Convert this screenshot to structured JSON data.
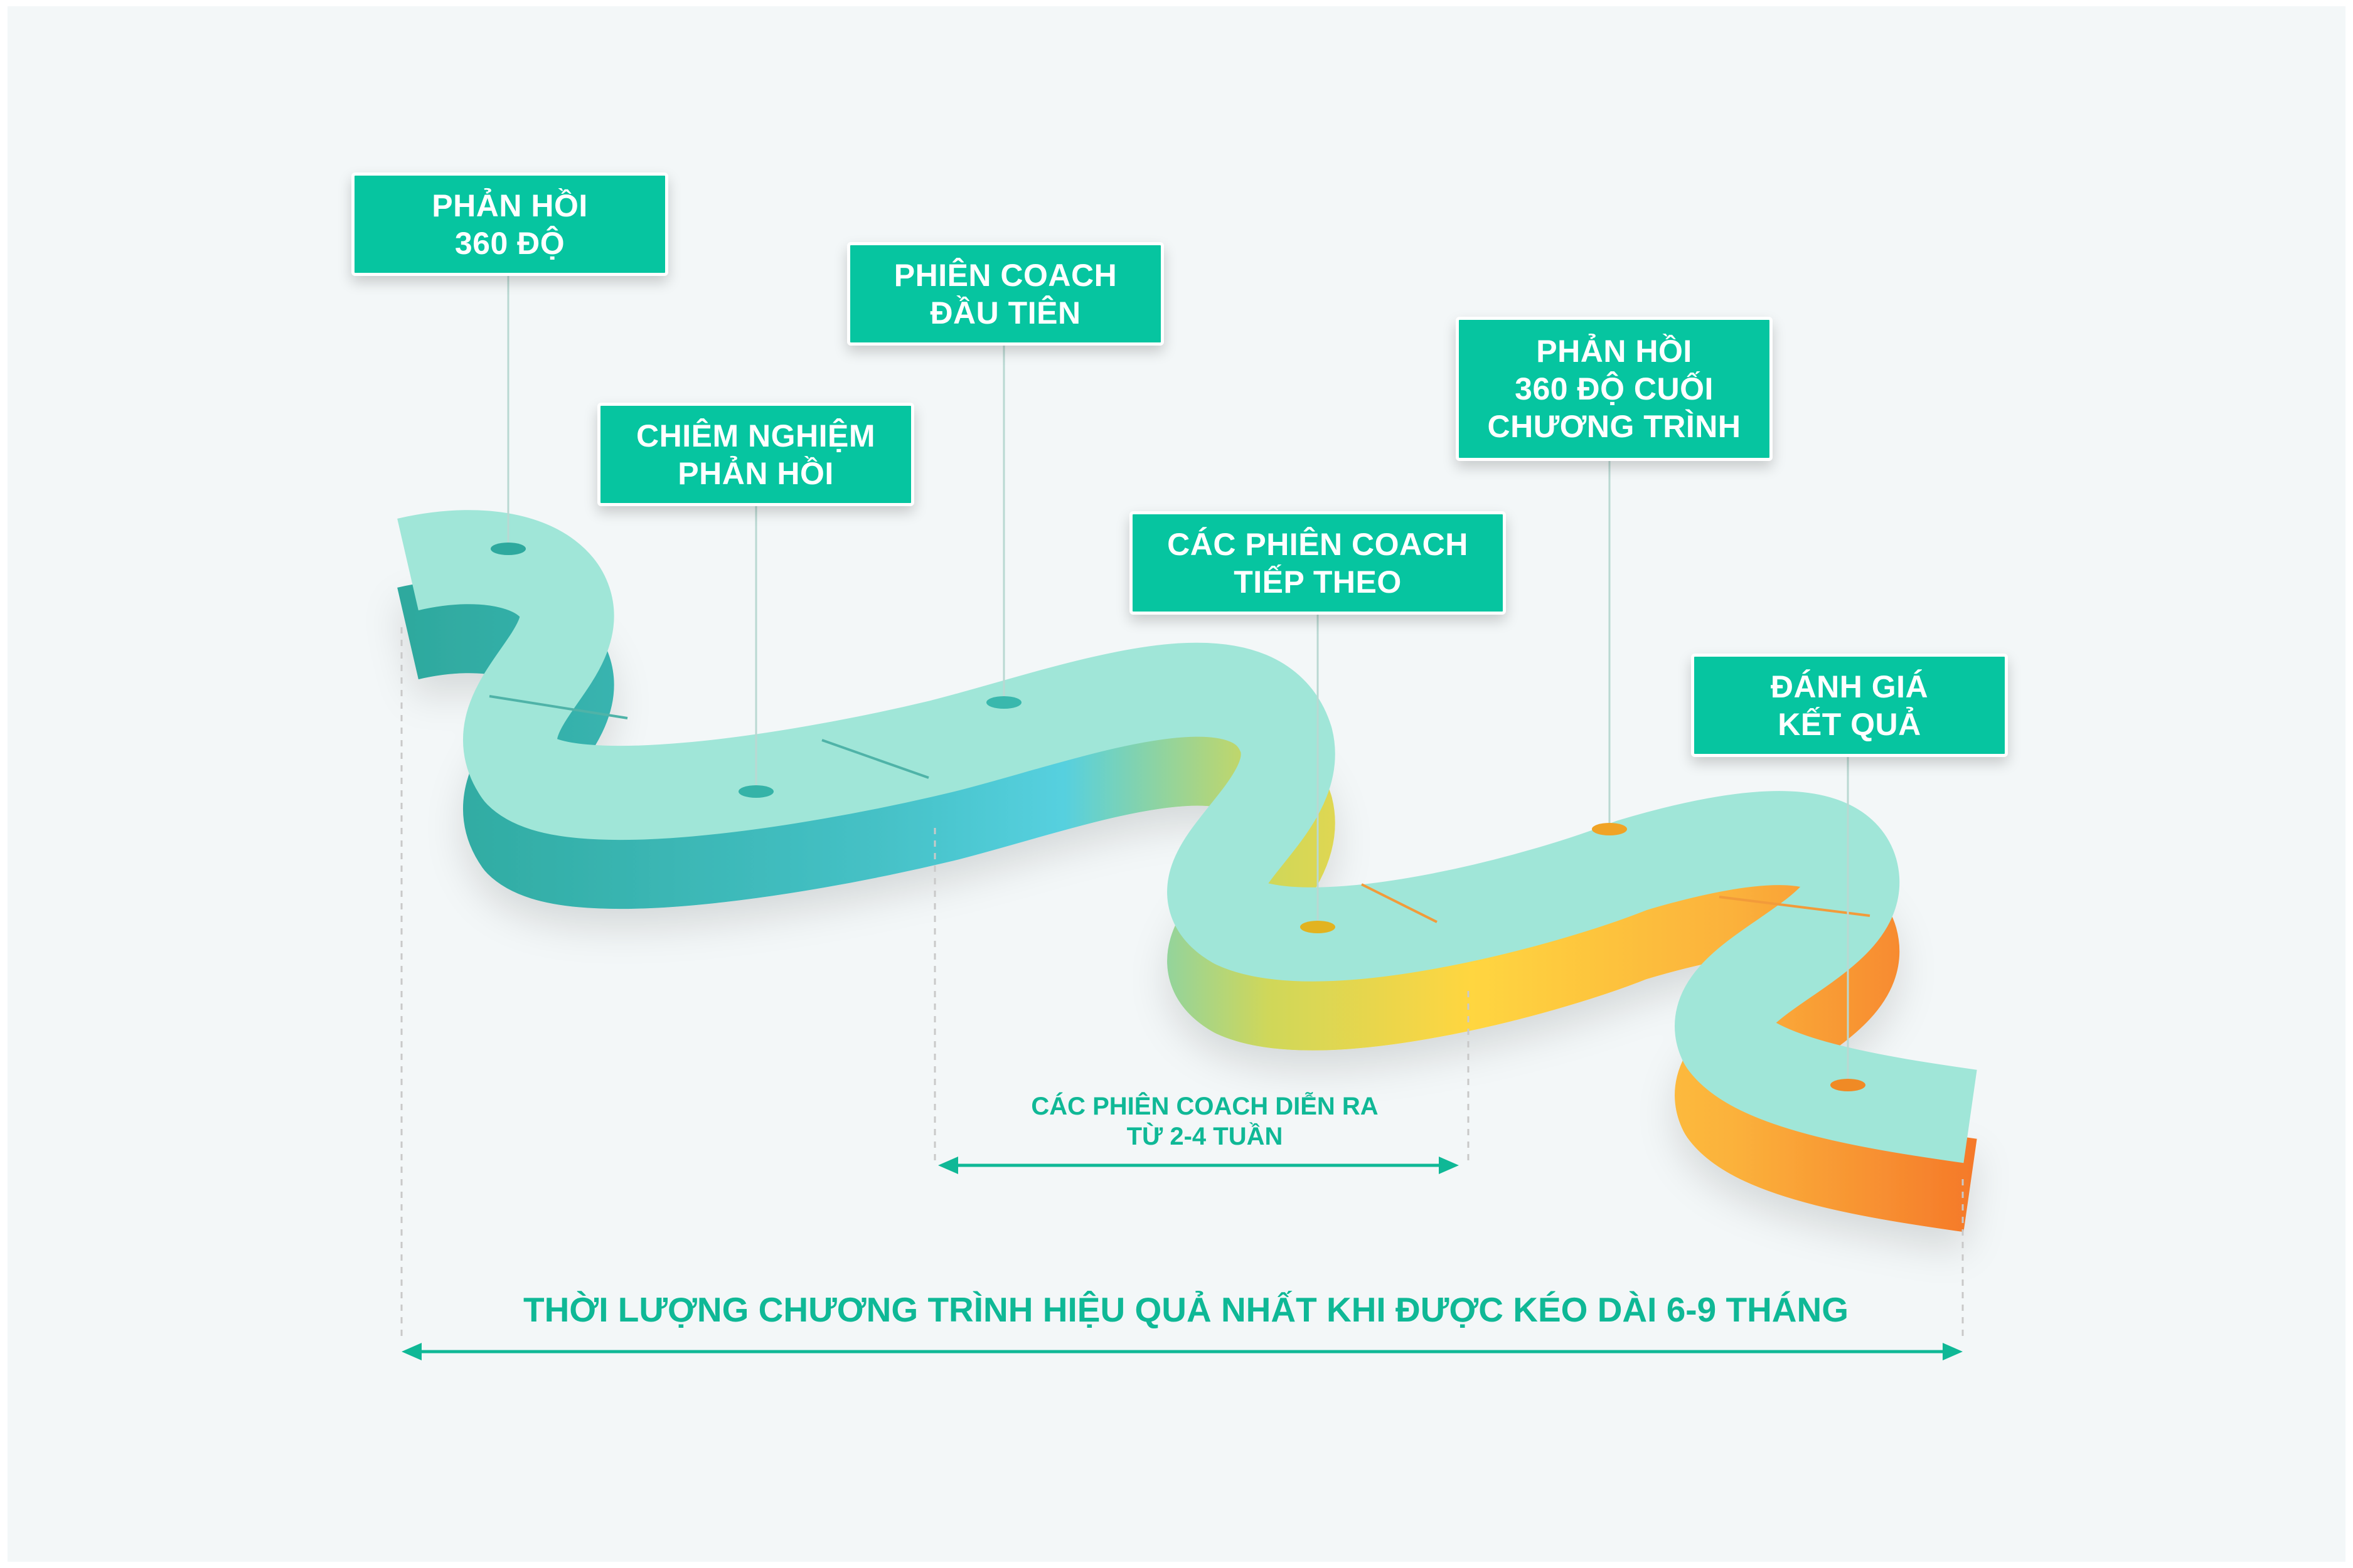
{
  "colors": {
    "background": "#f3f7f8",
    "box_fill": "#06c5a0",
    "road_top": "#a0e6d8",
    "road_side_teal": "#2ea99e",
    "road_side_cyan": "#56d0df",
    "road_side_yellow": "#ffd640",
    "road_side_orange": "#f57a2a",
    "accent_text": "#0fb896"
  },
  "stages": [
    {
      "lines": [
        "PHẢN HỒI",
        "360 ĐỘ"
      ]
    },
    {
      "lines": [
        "CHIÊM NGHIỆM",
        "PHẢN HỒI"
      ]
    },
    {
      "lines": [
        "PHIÊN COACH",
        "ĐẦU TIÊN"
      ]
    },
    {
      "lines": [
        "CÁC PHIÊN COACH",
        "TIẾP THEO"
      ]
    },
    {
      "lines": [
        "PHẢN HỒI",
        "360 ĐỘ CUỐI",
        "CHƯƠNG TRÌNH"
      ]
    },
    {
      "lines": [
        "ĐÁNH GIÁ",
        "KẾT QUẢ"
      ]
    }
  ],
  "coach_period": {
    "lines": [
      "CÁC PHIÊN COACH DIỄN RA",
      "TỪ 2-4 TUẦN"
    ]
  },
  "program_duration": "THỜI LƯỢNG CHƯƠNG TRÌNH HIỆU QUẢ NHẤT KHI ĐƯỢC KÉO DÀI 6-9 THÁNG"
}
